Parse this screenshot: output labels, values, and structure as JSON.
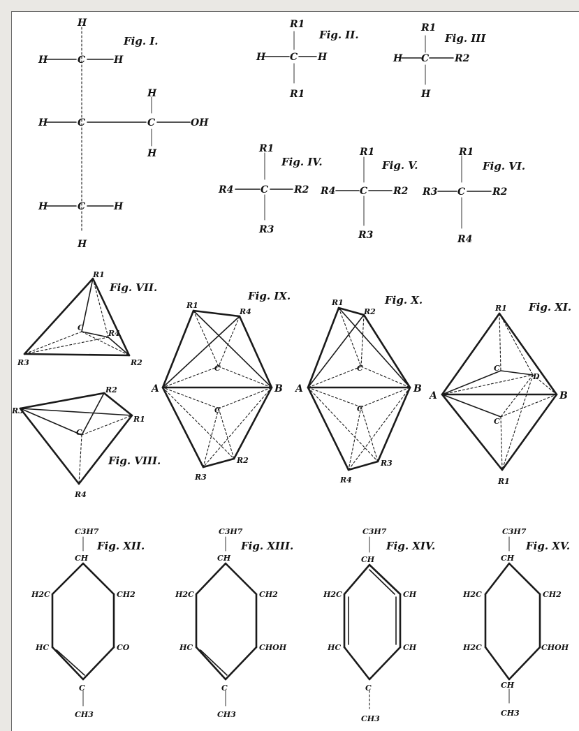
{
  "figures": {
    "f1": "Fig. I.",
    "f2": "Fig. II.",
    "f3": "Fig. III",
    "f4": "Fig. IV.",
    "f5": "Fig. V.",
    "f6": "Fig. VI.",
    "f7": "Fig. VII.",
    "f8": "Fig. VIII.",
    "f9": "Fig. IX.",
    "f10": "Fig. X.",
    "f11": "Fig. XI.",
    "f12": "Fig. XII.",
    "f13": "Fig. XIII.",
    "f14": "Fig. XIV.",
    "f15": "Fig. XV."
  },
  "atoms": {
    "H": "H",
    "C": "C",
    "OH": "OH",
    "A": "A",
    "B": "B",
    "D": "D"
  },
  "groups": {
    "ch": "CH",
    "ch2": "CH2",
    "h2c": "H2C",
    "hc": "HC",
    "co": "CO",
    "choh": "CHOH",
    "ch3": "CH3",
    "c3h7": "C3H7"
  },
  "subs": {
    "r1": "R1",
    "r2": "R2",
    "r3": "R3",
    "r4": "R4"
  }
}
